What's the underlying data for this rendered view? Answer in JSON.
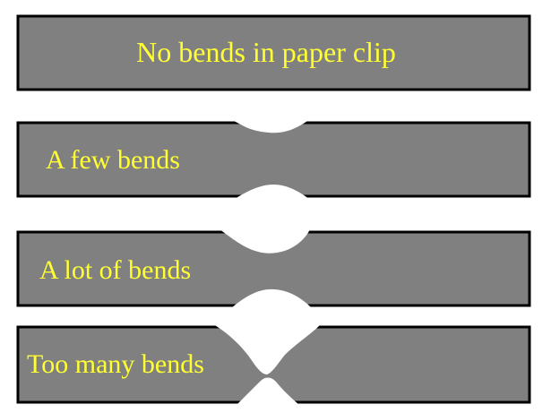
{
  "bars": [
    {
      "label": "No bends in paper clip",
      "bend_level": "none"
    },
    {
      "label": "A few bends",
      "bend_level": "few"
    },
    {
      "label": "A lot of bends",
      "bend_level": "many"
    },
    {
      "label": "Too many bends",
      "bend_level": "too-many"
    }
  ],
  "colors": {
    "bar_fill": "#808080",
    "bar_border": "#000000",
    "label_text": "#ffff33",
    "background": "#ffffff"
  }
}
